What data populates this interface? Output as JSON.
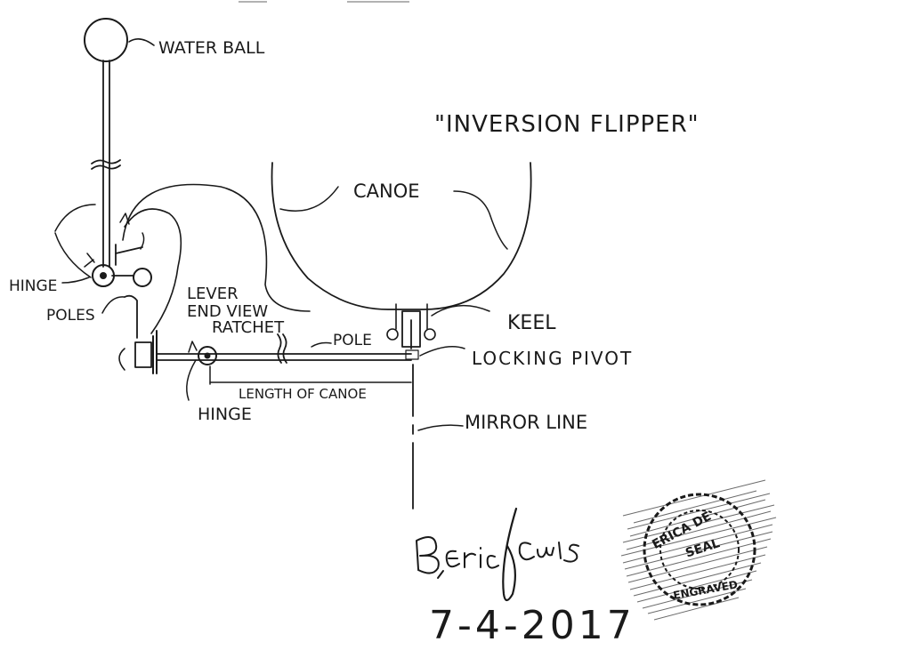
{
  "title": "\"INVERSION FLIPPER\"",
  "labels": {
    "water_ball": "WATER BALL",
    "canoe": "CANOE",
    "hinge_upper": "HINGE",
    "poles": "POLES",
    "lever": "LEVER",
    "end_view": "END VIEW",
    "ratchet": "RATCHET",
    "pole": "POLE",
    "keel": "KEEL",
    "locking_pivot": "LOCKING PIVOT",
    "length_of_canoe": "LENGTH OF CANOE",
    "hinge_lower": "HINGE",
    "mirror_line": "MIRROR LINE"
  },
  "signature": "B. Eric Lewis",
  "date": "7-4-2017",
  "stamp": {
    "text_top": "ERICA DE",
    "text_mid": "SEAL",
    "text_bottom": "ENGRAVED"
  },
  "colors": {
    "ink": "#1a1a1a",
    "paper": "#ffffff"
  }
}
